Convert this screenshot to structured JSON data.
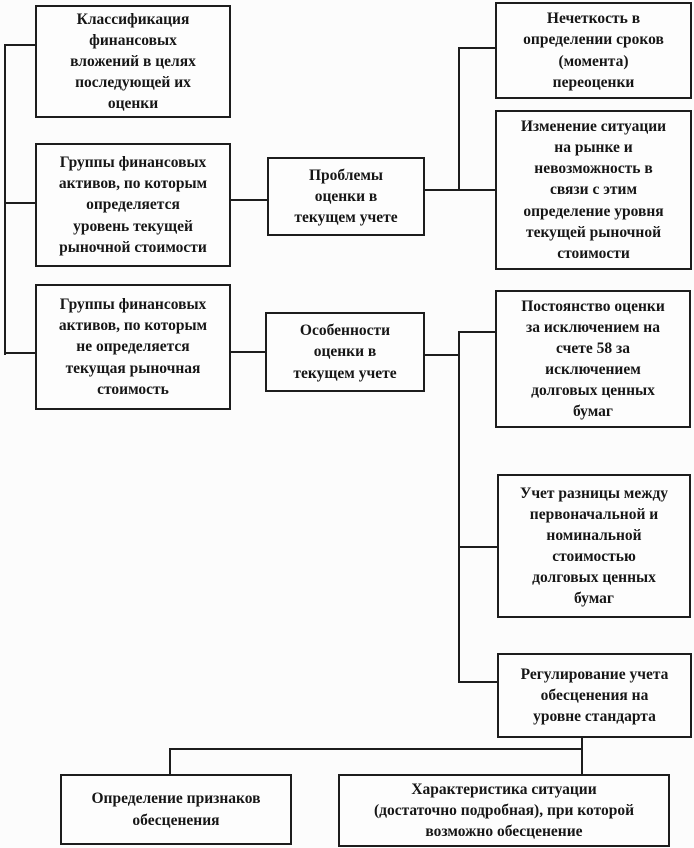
{
  "colors": {
    "background": "#fcfcfc",
    "box_fill": "#fdfdfd",
    "border": "#1d1d1d",
    "text": "#161616"
  },
  "nodes": {
    "classification": {
      "label": "Классификация\nфинансовых\nвложений в целях\nпоследующей их\nоценки"
    },
    "groups_with_market_value": {
      "label": "Группы финансовых\nактивов, по которым\nопределяется\nуровень текущей\nрыночной стоимости"
    },
    "groups_without_market_value": {
      "label": "Группы финансовых\nактивов, по которым\nне определяется\nтекущая рыночная\nстоимость"
    },
    "problems": {
      "label": "Проблемы\nоценки в\nтекущем учете"
    },
    "features": {
      "label": "Особенности\nоценки в\nтекущем учете"
    },
    "vagueness": {
      "label": "Нечеткость в\nопределении сроков\n(момента)\nпереоценки"
    },
    "market_change": {
      "label": "Изменение ситуации\nна рынке и\nневозможность в\nсвязи с этим\nопределение уровня\nтекущей рыночной\nстоимости"
    },
    "constancy": {
      "label": "Постоянство оценки\nза исключением  на\nсчете 58 за\nисключением\nдолговых ценных\nбумаг"
    },
    "difference": {
      "label": "Учет разницы между\nпервоначальной и\nноминальной\nстоимостью\nдолговых ценных\nбумаг"
    },
    "regulation": {
      "label": "Регулирование учета\nобесценения на\nуровне стандарта"
    },
    "impairment_signs": {
      "label": "Определение признаков\nобесценения"
    },
    "situation": {
      "label": "Характеристика ситуации\n(достаточно подробная), при которой\nвозможно обесценение"
    }
  },
  "edges": [
    {
      "from": "left_spine",
      "to": "classification"
    },
    {
      "from": "left_spine",
      "to": "groups_with_market_value"
    },
    {
      "from": "left_spine",
      "to": "groups_without_market_value"
    },
    {
      "from": "groups_with_market_value",
      "to": "problems"
    },
    {
      "from": "problems",
      "to": "vagueness"
    },
    {
      "from": "problems",
      "to": "market_change"
    },
    {
      "from": "groups_without_market_value",
      "to": "features"
    },
    {
      "from": "features",
      "to": "constancy"
    },
    {
      "from": "features",
      "to": "difference"
    },
    {
      "from": "features",
      "to": "regulation"
    },
    {
      "from": "regulation",
      "to": "impairment_signs"
    },
    {
      "from": "regulation",
      "to": "situation"
    }
  ]
}
